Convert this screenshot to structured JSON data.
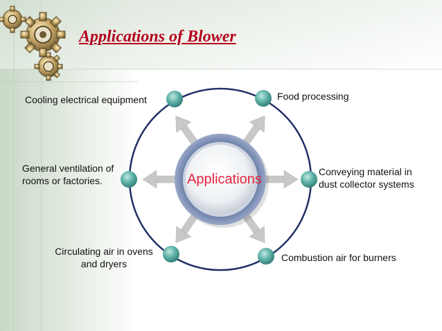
{
  "slide": {
    "title": "Applications of Blower",
    "center_label": "Applications"
  },
  "applications": [
    {
      "lines": [
        "Cooling electrical equipment"
      ]
    },
    {
      "lines": [
        "Food processing"
      ]
    },
    {
      "lines": [
        "General ventilation of",
        "rooms or factories."
      ]
    },
    {
      "lines": [
        "Conveying material in",
        "dust collector systems"
      ]
    },
    {
      "lines": [
        "Circulating air in ovens",
        "and dryers"
      ]
    },
    {
      "lines": [
        "Combustion air for burners"
      ]
    }
  ],
  "colors": {
    "title": "#b3001b",
    "center_text": "#e8243c",
    "ring": "#1f2f66",
    "node": "#4fa39a",
    "hub": "#6b7fa8",
    "arrow": "#c8c8c8"
  },
  "icons": [
    "gear-icon",
    "gear-icon",
    "gear-icon"
  ]
}
